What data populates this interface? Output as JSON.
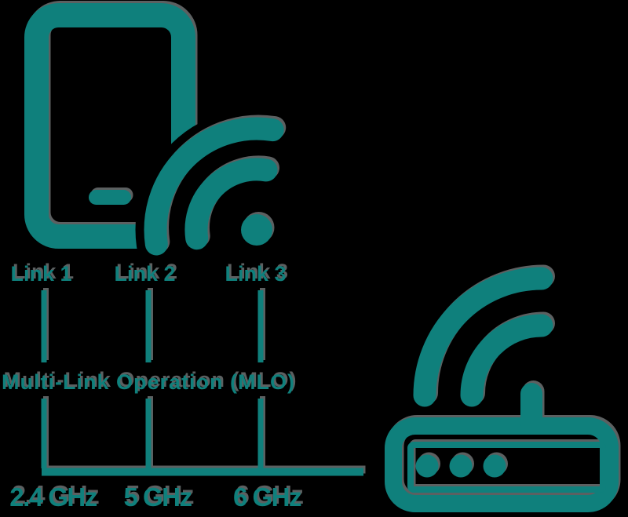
{
  "diagram": {
    "caption": "Multi-Link Operation (MLO)",
    "links": [
      {
        "label": "Link 1",
        "band": "2.4 GHz"
      },
      {
        "label": "Link 2",
        "band": "5 GHz"
      },
      {
        "label": "Link 3",
        "band": "6 GHz"
      }
    ],
    "icons": {
      "device": "smartphone-icon",
      "device_signal": "wifi-signal-icon",
      "router": "wifi-router-icon",
      "router_signal": "wifi-signal-icon"
    },
    "colors": {
      "teal": "#0f807c",
      "ghost_gray": "#5c6061",
      "background": "#000000"
    }
  }
}
